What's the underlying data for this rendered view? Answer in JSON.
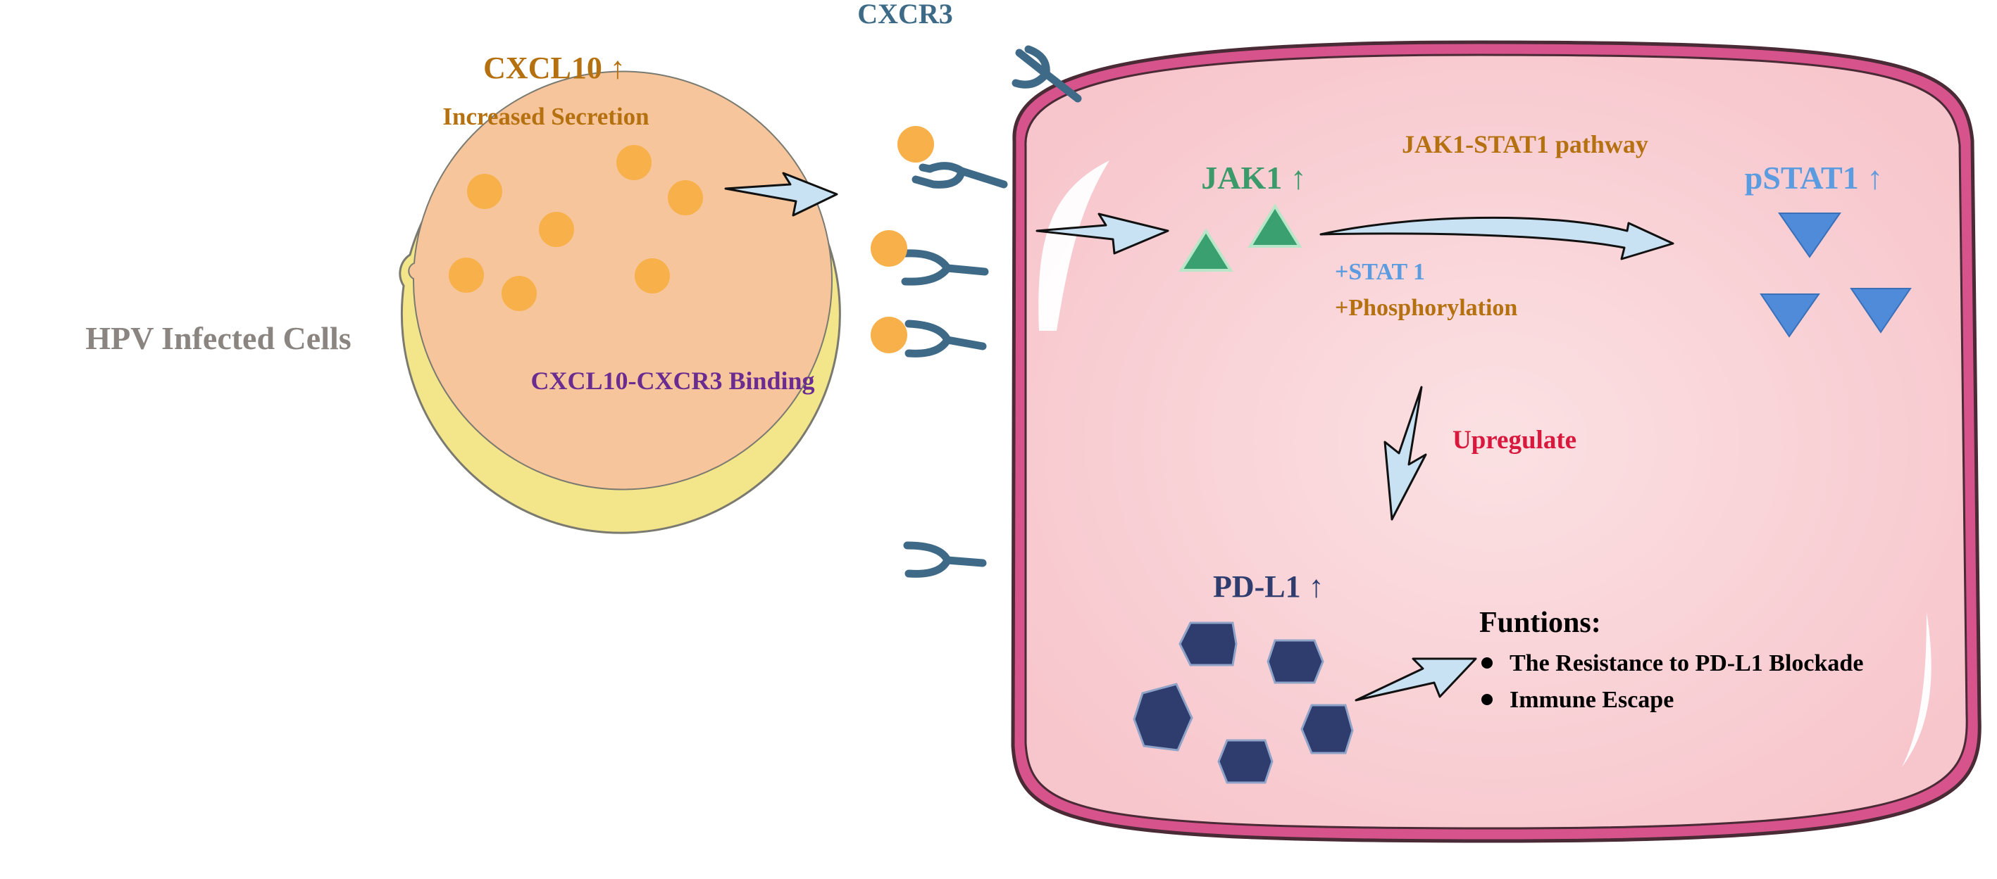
{
  "hpv_cell": {
    "label": "HPV Infected Cells"
  },
  "secretion": {
    "title": "CXCL10 ↑",
    "subtitle": "Increased Secretion",
    "binding_label": "CXCL10-CXCR3 Binding"
  },
  "receptor": {
    "label": "CXCR3"
  },
  "target_cell": {
    "pathway_label": "JAK1-STAT1 pathway",
    "jak1_label": "JAK1 ↑",
    "pstat1_label": "pSTAT1 ↑",
    "stat1_label": "+STAT 1",
    "phosphorylation_label": "+Phosphorylation",
    "upregulate_label": "Upregulate",
    "pdl1_label": "PD-L1 ↑"
  },
  "functions": {
    "title": "Funtions:",
    "items": [
      "The Resistance to PD-L1 Blockade",
      "Immune Escape"
    ]
  },
  "colors": {
    "cxcl10_text": "#b5700f",
    "binding_text": "#6a2c91",
    "cxcr3_text": "#3d6a87",
    "pathway_text": "#b5700f",
    "jak1_text": "#3a9a6a",
    "pstat1_text": "#5b9be0",
    "stat1_text": "#5b9be0",
    "phosphorylation_text": "#b5700f",
    "upregulate_text": "#d9183e",
    "pdl1_text": "#2f3c6e",
    "hpv_cell_fill": "#f6c59b",
    "hpv_cell_border": "#f3e58a",
    "target_cell_fill": "#f9d3d7",
    "target_cell_border": "#d9588e",
    "arrow_fill": "#c8e2f4",
    "ligand": "#f8b04a",
    "jak1_shape": "#3aa070",
    "pstat1_shape": "#4f8bd8",
    "pdl1_shape": "#2f3c6e"
  }
}
